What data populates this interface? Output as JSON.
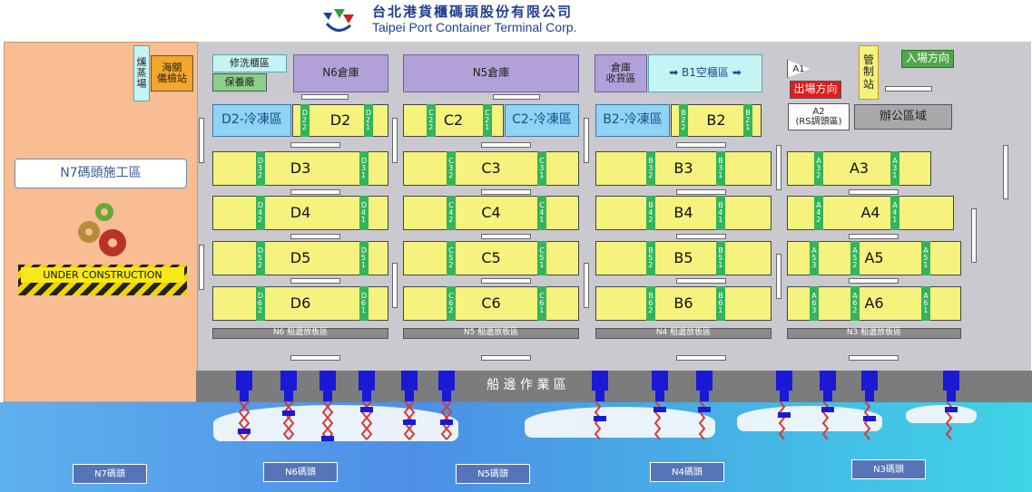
{
  "header": {
    "title_zh": "台北港貨櫃碼頭股份有限公司",
    "title_en": "Taipei Port Container Terminal Corp."
  },
  "n7": {
    "label": "N7碼頭施工區",
    "construction": "UNDER CONSTRUCTION"
  },
  "buildings": {
    "b1": "燻\n蒸\n場",
    "b2": "海關\n儀檢站",
    "b3": "修洗櫃區",
    "b4": "保養廠",
    "b5": "N6倉庫",
    "b6": "N5倉庫",
    "b7": "倉庫\n收貨區",
    "b8": "➡ B1空櫃區 ➡",
    "a1": "A1",
    "ctrl": "管\n制\n站",
    "in": "入場方向",
    "out": "出場方向",
    "a2": "A2\n(RS調頭區)",
    "office": "辦公區域"
  },
  "blocks": {
    "d2": "D2",
    "d2c": "D2-冷凍區",
    "c2": "C2",
    "c2c": "C2-冷凍區",
    "b2c": "B2-冷凍區",
    "b2": "B2",
    "d3": "D3",
    "c3": "C3",
    "b3": "B3",
    "a3": "A3",
    "d4": "D4",
    "c4": "C4",
    "b4": "B4",
    "a4": "A4",
    "d5": "D5",
    "c5": "C5",
    "b5": "B5",
    "a5": "A5",
    "d6": "D6",
    "c6": "C6",
    "b6": "B6",
    "a6": "A6"
  },
  "bays": {
    "d22": "D\n2\n2",
    "d21": "D\n2\n1",
    "c22": "C\n2\n2",
    "c21": "C\n2\n1",
    "b22": "B\n2\n2",
    "b21": "B\n2\n1",
    "d32": "D\n3\n2",
    "d31": "D\n3\n1",
    "c32": "C\n3\n2",
    "c31": "C\n3\n1",
    "b32": "B\n3\n2",
    "b31": "B\n3\n1",
    "a32": "A\n3\n2",
    "a31": "A\n3\n1",
    "d42": "D\n4\n2",
    "d41": "D\n4\n1",
    "c42": "C\n4\n2",
    "c41": "C\n4\n1",
    "b42": "B\n4\n2",
    "b41": "B\n4\n1",
    "a42": "A\n4\n2",
    "a41": "A\n4\n1",
    "d52": "D\n5\n2",
    "d51": "D\n5\n1",
    "c52": "C\n5\n2",
    "c51": "C\n5\n1",
    "b52": "B\n5\n2",
    "b51": "B\n5\n1",
    "a53": "A\n5\n3",
    "a52": "A\n5\n2",
    "a51": "A\n5\n1",
    "d62": "D\n6\n2",
    "d61": "D\n6\n1",
    "c62": "C\n6\n2",
    "c61": "C\n6\n1",
    "b62": "B\n6\n2",
    "b61": "B\n6\n1",
    "a63": "A\n6\n3",
    "a62": "A\n6\n2",
    "a61": "A\n6\n1"
  },
  "hatch": {
    "n6": "N6 船邊放板區",
    "n5": "N5 船邊放板區",
    "n4": "N4 船邊放板區",
    "n3": "N3 船邊放板區"
  },
  "apron": "船 邊 作 業 區",
  "berths": [
    "N7碼頭",
    "N6碼頭",
    "N5碼頭",
    "N4碼頭",
    "N3碼頭"
  ],
  "colors": {
    "yard": "#c9c9cf",
    "reefer": "#8fd3f5",
    "block": "#f5f27d",
    "crane": "#1a1ad6",
    "accent": "#1f3f8f"
  }
}
